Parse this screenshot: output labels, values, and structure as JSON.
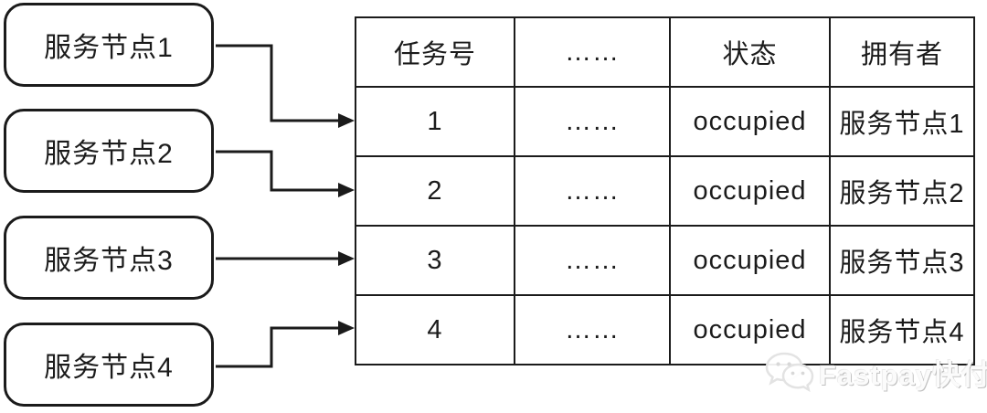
{
  "diagram": {
    "nodes": [
      {
        "id": "node-1",
        "label": "服务节点1"
      },
      {
        "id": "node-2",
        "label": "服务节点2"
      },
      {
        "id": "node-3",
        "label": "服务节点3"
      },
      {
        "id": "node-4",
        "label": "服务节点4"
      }
    ],
    "table": {
      "headers": [
        "任务号",
        "……",
        "状态",
        "拥有者"
      ],
      "rows": [
        [
          "1",
          "……",
          "occupied",
          "服务节点1"
        ],
        [
          "2",
          "……",
          "occupied",
          "服务节点2"
        ],
        [
          "3",
          "……",
          "occupied",
          "服务节点3"
        ],
        [
          "4",
          "……",
          "occupied",
          "服务节点4"
        ]
      ]
    },
    "connections": [
      {
        "from": "服务节点1",
        "to_task": "1"
      },
      {
        "from": "服务节点2",
        "to_task": "2"
      },
      {
        "from": "服务节点3",
        "to_task": "3"
      },
      {
        "from": "服务节点4",
        "to_task": "4"
      }
    ],
    "watermark": {
      "icon": "wechat-icon",
      "text": "Fastpay快付"
    },
    "colors": {
      "line": "#1b1b1b",
      "background": "#ffffff",
      "watermark_text": "#fbfbfb"
    }
  }
}
